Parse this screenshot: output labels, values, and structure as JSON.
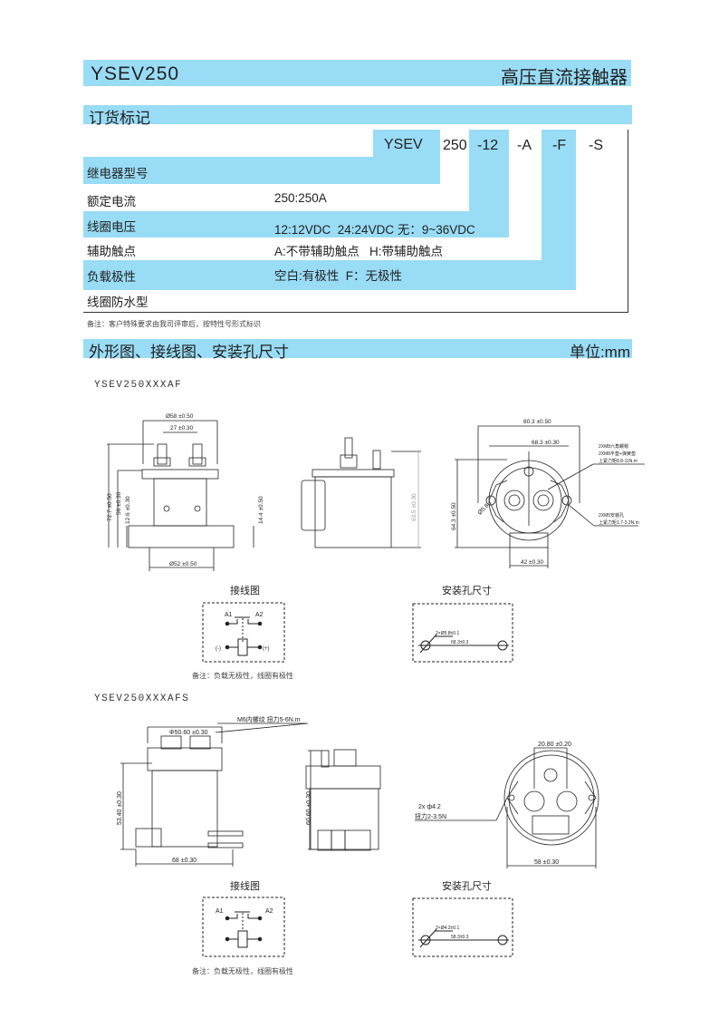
{
  "header": {
    "model": "YSEV250",
    "product": "高压直流接触器"
  },
  "ordering": {
    "title": "订货标记",
    "codes": {
      "prefix": "YSEV",
      "current": "250",
      "voltage": "-12",
      "aux": "-A",
      "polarity": "-F",
      "waterproof": "-S"
    },
    "rows": [
      {
        "label": "继电器型号",
        "value": ""
      },
      {
        "label": "额定电流",
        "value": "250:250A"
      },
      {
        "label": "线圈电压",
        "value": "12:12VDC  24:24VDC 无：9~36VDC"
      },
      {
        "label": "辅助触点",
        "value": "A:不带辅助触点   H:带辅助触点"
      },
      {
        "label": "负载极性",
        "value": "空白:有极性  F：无极性"
      },
      {
        "label": "线圈防水型",
        "value": ""
      }
    ],
    "note": "备注：客户特殊要求由我司评审后，按特性号形式标识"
  },
  "drawings": {
    "title": "外形图、接线图、安装孔尺寸",
    "unit": "单位:mm",
    "models": [
      {
        "name": "YSEV250XXXAF",
        "dims": {
          "d58": "Ø58 ±0.50",
          "d27": "27 ±0.30",
          "h72": "72.7 ±0.50",
          "h56": "56 ±0.30",
          "h12": "12.6 ±0.30",
          "h14": "14.4 ±0.50",
          "d52": "Ø52 ±0.50",
          "h63": "63.5 ±0.30",
          "w80": "80.3 ±0.50",
          "w68": "68.3 ±0.30",
          "h64": "64.3 ±0.50",
          "hole": "Ø5.8",
          "w42": "42 ±0.30",
          "note1a": "2XM8六角螺帽",
          "note1b": "2XM8平垫+弹簧垫",
          "note1c": "上紧力矩8.8-11N.m",
          "note2a": "2XM5安装孔",
          "note2b": "上紧力矩1.7-3.3N.m"
        },
        "wiring_title": "接线图",
        "mount_title": "安装孔尺寸",
        "a1": "A1",
        "a2": "A2",
        "minus": "(-)",
        "plus": "(+)",
        "mount_hole": "2×Ø5.8±0.1",
        "mount_dist": "68.3±0.3",
        "note": "备注：负载无极性，线圈有极性"
      },
      {
        "name": "YSEV250XXXAFS",
        "dims": {
          "thread": "M6内螺纹 扭力5-6N.m",
          "d50": "Φ50.60 ±0.30",
          "h53": "53.40 ±0.30",
          "w68": "68 ±0.30",
          "h60": "60.60 ±0.30",
          "hole1": "2x ф4.2",
          "hole2": "扭力2-3.5N",
          "w20": "20.80 ±0.20",
          "w58": "58 ±0.30"
        },
        "wiring_title": "接线图",
        "mount_title": "安装孔尺寸",
        "a1": "A1",
        "a2": "A2",
        "mount_hole": "2×Ø4.2±0.1",
        "mount_dist": "58.3±0.3",
        "note": "备注：负载无极性，线圈有极性"
      }
    ]
  },
  "colors": {
    "accent": "#99dcf5"
  }
}
